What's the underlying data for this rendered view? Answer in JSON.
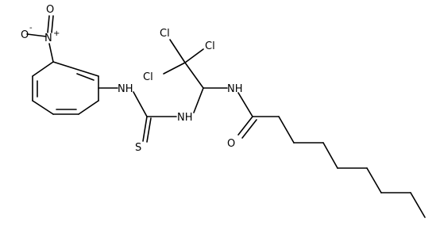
{
  "structure": {
    "atom_labels": {
      "nitro_o_minus": "O",
      "nitro_charge": "-",
      "nitro_o_plus": "O",
      "nitro_n": "N",
      "nitro_charge_plus": "+",
      "nh_aryl": "NH",
      "sulfur": "S",
      "nh_thio": "NH",
      "cl_top_left": "Cl",
      "cl_top_right": "Cl",
      "cl_left": "Cl",
      "nh_amide": "NH",
      "oxygen_amide": "O"
    }
  }
}
